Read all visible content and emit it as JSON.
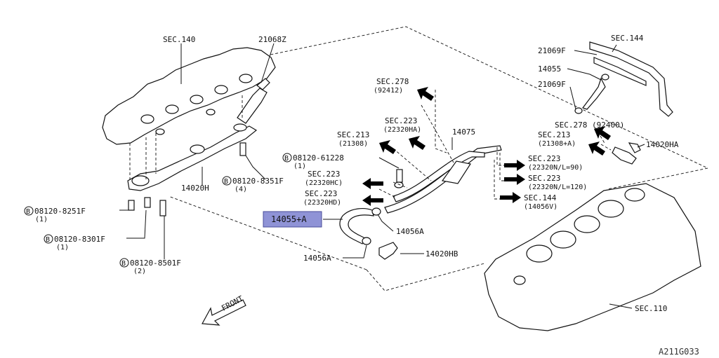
{
  "diagram_id": "A211G033",
  "highlight_label": "14055+A",
  "front_label": "FRONT",
  "labels": {
    "sec140": "SEC.140",
    "p21068z": "21068Z",
    "sec144_top": "SEC.144",
    "p21069f_a": "21069F",
    "p14055": "14055",
    "p21069f_b": "21069F",
    "sec278_92412": "SEC.278",
    "sub_92412": "(92412)",
    "sec278_92400": "SEC.278 (92400)",
    "sec213_left": "SEC.213",
    "sub_21308": "(21308)",
    "sec223_hа": "SEC.223",
    "sub_22320ha": "(22320HA)",
    "p14075": "14075",
    "sec213_right": "SEC.213",
    "sub_21308a": "(21308+A)",
    "p14020ha": "14020HA",
    "bolt_61228": "08120-61228",
    "bolt_61228_qty": "(1)",
    "sec223_hc": "SEC.223",
    "sub_22320hc": "(22320HC)",
    "sec223_hd": "SEC.223",
    "sub_22320hd": "(22320HD)",
    "sec223_n90": "SEC.223",
    "sub_n90": "(22320N/L=90)",
    "sec223_n120": "SEC.223",
    "sub_n120": "(22320N/L=120)",
    "sec144_right": "SEC.144",
    "sub_14056v": "(14056V)",
    "p14020h": "14020H",
    "bolt_8351": "08120-8351F",
    "bolt_8351_qty": "(4)",
    "bolt_8251": "08120-8251F",
    "bolt_8251_qty": "(1)",
    "bolt_8301": "08120-8301F",
    "bolt_8301_qty": "(1)",
    "bolt_8501": "08120-8501F",
    "bolt_8501_qty": "(2)",
    "p14056a_1": "14056A",
    "p14056a_2": "14056A",
    "p14020hb": "14020HB",
    "sec110": "SEC.110",
    "b_symbol": "B"
  }
}
